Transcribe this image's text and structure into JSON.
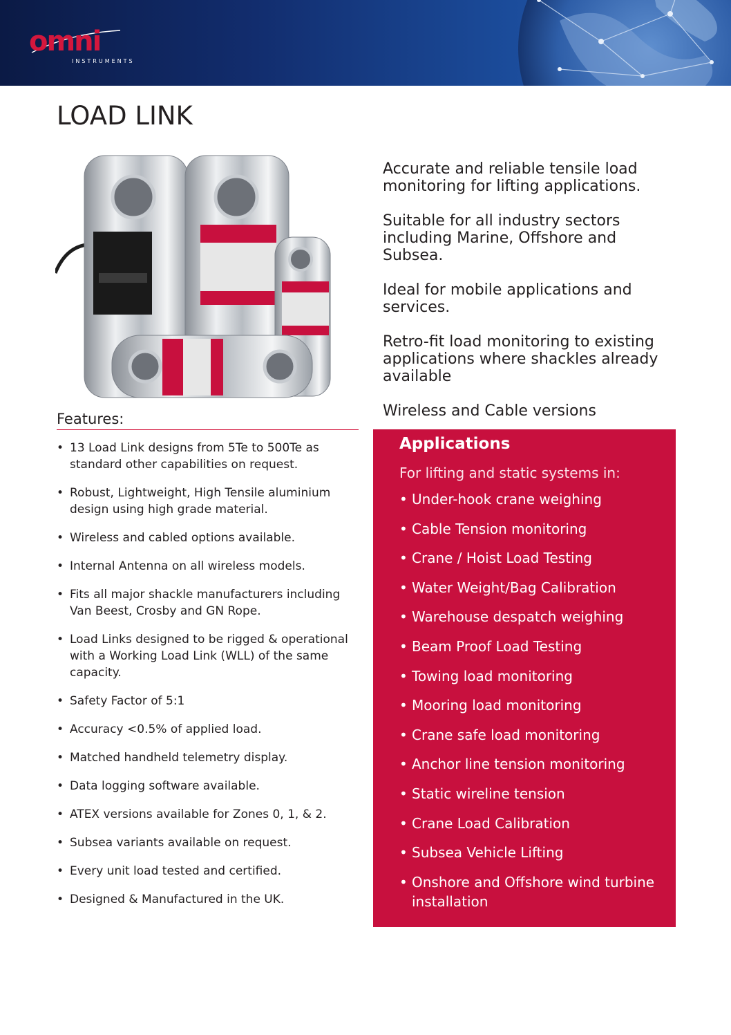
{
  "brand": {
    "name": "omni",
    "tagline": "INSTRUMENTS"
  },
  "title": "LOAD LINK",
  "colors": {
    "header": "#122d6e",
    "accent": "#c8103e"
  },
  "intro": [
    "Accurate and reliable tensile load monitoring for lifting applications.",
    "Suitable for all industry sectors including Marine, Offshore and Subsea.",
    "Ideal for mobile applications and services.",
    "Retro-fit load monitoring to existing applications where shackles already available",
    "Wireless and Cable versions"
  ],
  "features": {
    "title": "Features:",
    "items": [
      "13 Load Link designs from 5Te to 500Te as standard other capabilities on request.",
      "Robust, Lightweight, High Tensile aluminium design using high grade material.",
      "Wireless and cabled options available.",
      "Internal Antenna on all wireless models.",
      "Fits all major shackle manufacturers including Van Beest, Crosby and GN Rope.",
      "Load Links designed to be rigged & operational with a Working Load Link (WLL) of the same capacity.",
      "Safety Factor of 5:1",
      "Accuracy <0.5% of applied load.",
      "Matched handheld telemetry display.",
      "Data logging software available.",
      "ATEX versions available for Zones 0, 1, & 2.",
      "Subsea variants available on request.",
      "Every unit load tested and certified.",
      "Designed & Manufactured in the UK."
    ]
  },
  "applications": {
    "title": "Applications",
    "lead": "For lifting and static systems in:",
    "items": [
      "Under-hook crane weighing",
      "Cable Tension monitoring",
      "Crane / Hoist Load Testing",
      "Water Weight/Bag Calibration",
      "Warehouse despatch weighing",
      "Beam Proof Load Testing",
      "Towing load monitoring",
      "Mooring load monitoring",
      "Crane safe load monitoring",
      "Anchor line tension monitoring",
      "Static wireline tension",
      "Crane Load Calibration",
      "Subsea Vehicle Lifting",
      "Onshore and Offshore wind turbine installation"
    ]
  }
}
